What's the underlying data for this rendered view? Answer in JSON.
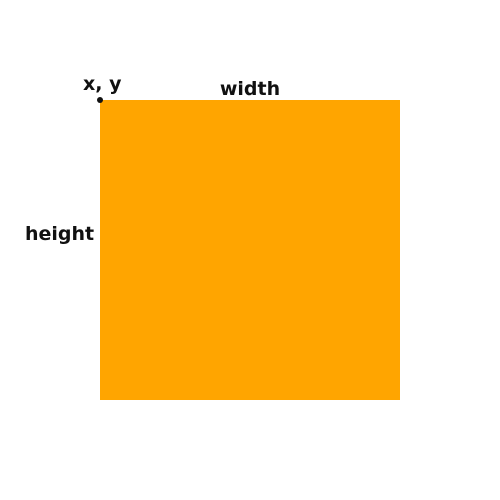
{
  "labels": {
    "origin": "x, y",
    "width": "width",
    "height": "height"
  },
  "colors": {
    "rectangle_fill": "#FFA500",
    "label_text": "#111111",
    "origin_dot": "#111111",
    "background": "#FFFFFF"
  }
}
